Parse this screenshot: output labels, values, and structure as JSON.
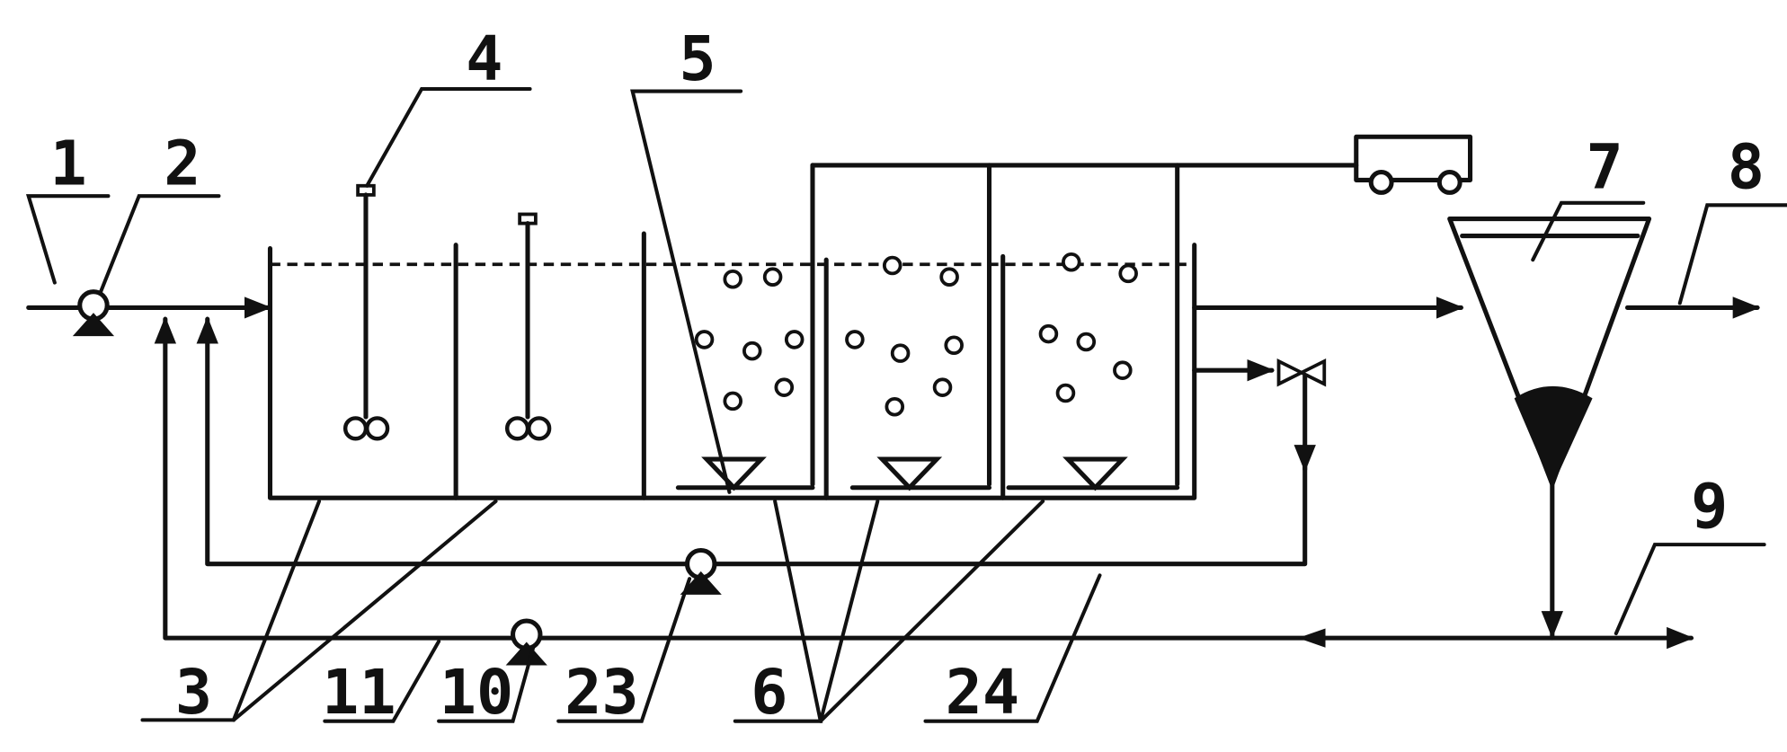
{
  "diagram": {
    "labels": {
      "n1": "1",
      "n2": "2",
      "n3": "3",
      "n4": "4",
      "n5": "5",
      "n6": "6",
      "n7": "7",
      "n8": "8",
      "n9": "9",
      "n10": "10",
      "n11": "11",
      "n23": "23",
      "n24": "24"
    }
  }
}
